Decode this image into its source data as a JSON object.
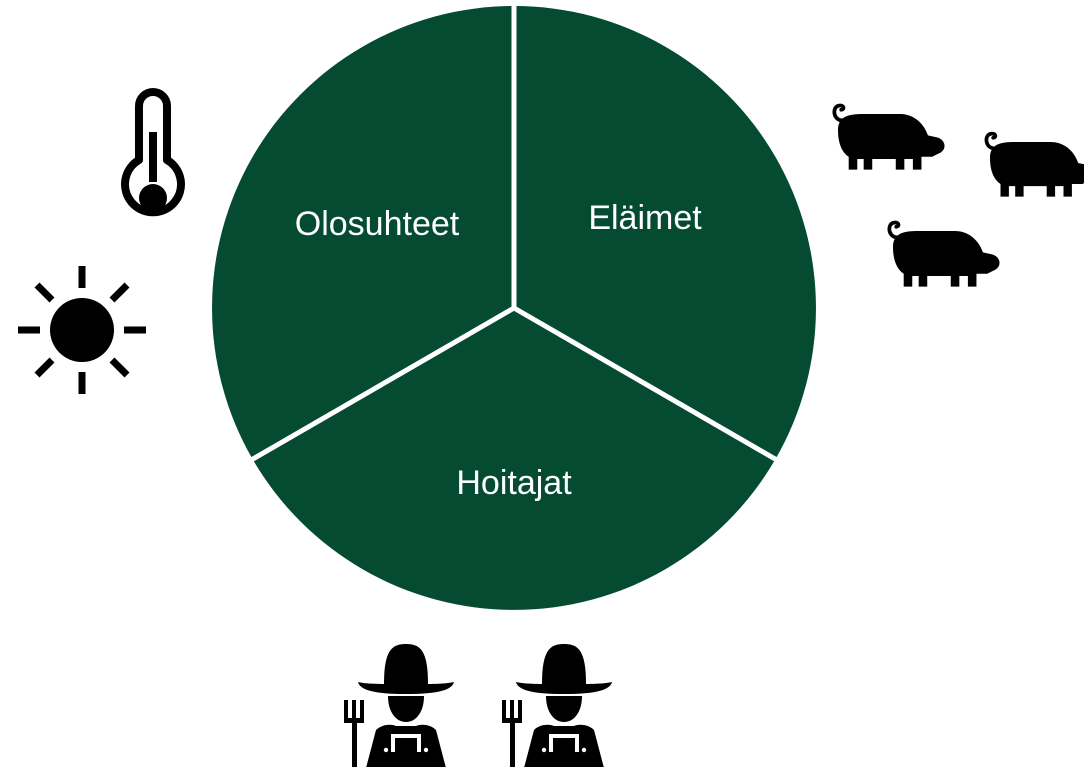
{
  "diagram": {
    "segments": [
      {
        "id": "olosuhteet",
        "label": "Olosuhteet"
      },
      {
        "id": "elaimet",
        "label": "Eläimet"
      },
      {
        "id": "hoitajat",
        "label": "Hoitajat"
      }
    ],
    "colors": {
      "segment_fill": "#044B32",
      "divider": "#ffffff",
      "icon": "#000000",
      "label_text": "#ffffff"
    },
    "icons": {
      "conditions": [
        "thermometer-icon",
        "sun-icon"
      ],
      "animals": [
        "pig-icon",
        "pig-icon",
        "pig-icon"
      ],
      "caretakers": [
        "farmer-icon",
        "farmer-icon"
      ]
    }
  }
}
